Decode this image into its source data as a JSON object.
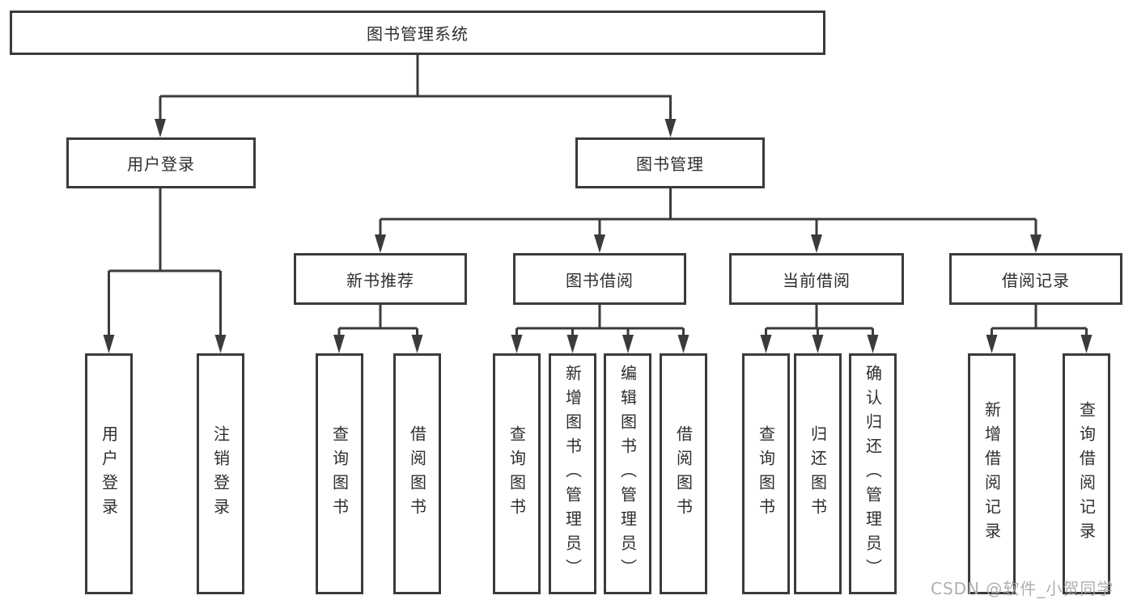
{
  "diagram": {
    "title": "图书管理系统",
    "root": {
      "label": "图书管理系统"
    },
    "level2": [
      {
        "label": "用户登录"
      },
      {
        "label": "图书管理"
      }
    ],
    "level3": [
      {
        "label": "新书推荐"
      },
      {
        "label": "图书借阅"
      },
      {
        "label": "当前借阅"
      },
      {
        "label": "借阅记录"
      }
    ],
    "leaf_groups": [
      {
        "parent": "用户登录",
        "items": [
          {
            "label": "用户登录"
          },
          {
            "label": "注销登录"
          }
        ]
      },
      {
        "parent": "新书推荐",
        "items": [
          {
            "label": "查询图书"
          },
          {
            "label": "借阅图书"
          }
        ]
      },
      {
        "parent": "图书借阅",
        "items": [
          {
            "label": "查询图书"
          },
          {
            "label": "新增图书（管理员）"
          },
          {
            "label": "编辑图书（管理员）"
          },
          {
            "label": "借阅图书"
          }
        ]
      },
      {
        "parent": "当前借阅",
        "items": [
          {
            "label": "查询图书"
          },
          {
            "label": "归还图书"
          },
          {
            "label": "确认归还（管理员）"
          }
        ]
      },
      {
        "parent": "借阅记录",
        "items": [
          {
            "label": "新增借阅记录"
          },
          {
            "label": "查询借阅记录"
          }
        ]
      }
    ]
  },
  "watermark": {
    "text": "CSDN @软件_小贺同学"
  },
  "colors": {
    "line": "#3b3b3b",
    "box_border": "#3b3b3b",
    "box_background": "#ffffff",
    "text": "#2e2e2e",
    "watermark": "#a8a8a8",
    "background": "#ffffff"
  }
}
